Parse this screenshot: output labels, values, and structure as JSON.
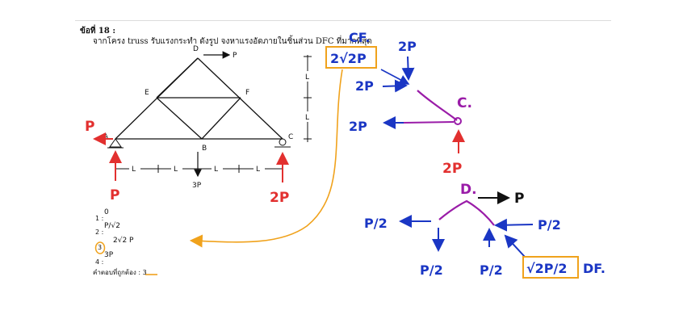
{
  "question": {
    "number_label": "ข้อที่ 18 :",
    "text": "จากโครง truss รับแรงกระทำ ดังรูป จงหาแรงอัดภายในชิ้นส่วน DFC ที่มากที่สุด"
  },
  "truss": {
    "nodes": {
      "A": "A",
      "B": "B",
      "C": "C",
      "D": "D",
      "E": "E",
      "F": "F"
    },
    "load_top": "P",
    "load_bottom": "3P",
    "span_label": "L",
    "height_label": "L"
  },
  "options": [
    {
      "index": "1 :",
      "value": "0"
    },
    {
      "index": "2 :",
      "value": "P/√2"
    },
    {
      "index": "3",
      "value": "2√2 P"
    },
    {
      "index": "4 :",
      "value": "3P"
    }
  ],
  "answer_text": "คำตอบที่ถูกต้อง : 3",
  "annotations": {
    "reaction_left_h": "P",
    "reaction_left_v": "P",
    "reaction_right_v": "2P",
    "cf_tag": "CF.",
    "cf_value": "2√2P",
    "c_fbd": {
      "top": "2P",
      "left_top": "2P",
      "left": "2P",
      "bottom": "2P",
      "label": "C."
    },
    "d_fbd": {
      "label": "D.",
      "right": "P",
      "left": "P/2",
      "down_left": "P/2",
      "down_mid": "P/2",
      "right_in": "P/2",
      "df_value": "√2P/2",
      "df_tag": "DF."
    }
  },
  "colors": {
    "blue": "#1a36c4",
    "red": "#e2302f",
    "purple": "#9a1ca8",
    "orange": "#f0a21c"
  }
}
